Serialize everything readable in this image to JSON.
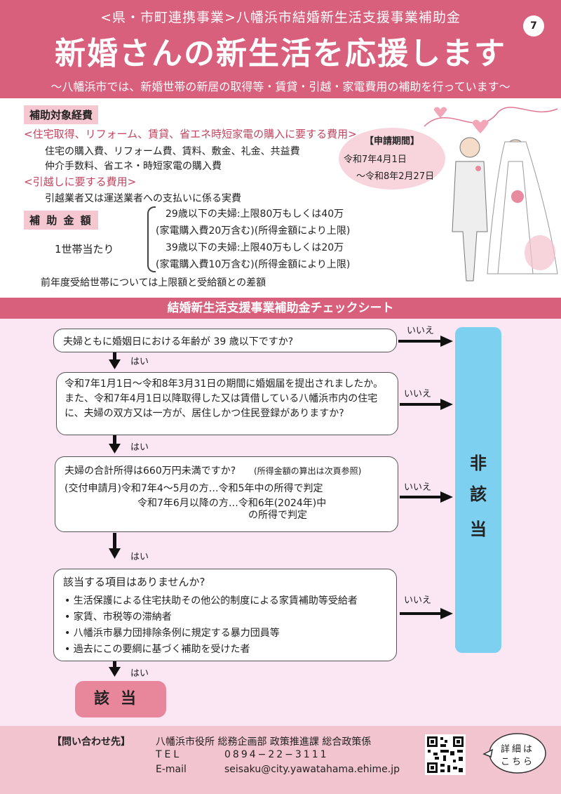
{
  "header": {
    "supertitle": "<県・市町連携事業>八幡浜市結婚新生活支援事業補助金",
    "title": "新婚さんの新生活を応援します",
    "subtitle": "〜八幡浜市では、新婚世帯の新居の取得等・賃貸・引越・家電費用の補助を行っています〜",
    "page_number": "7"
  },
  "expenses": {
    "label": "補助対象経費",
    "housing_heading": "<住宅取得、リフォーム、賃貸、省エネ時短家電の購入に要する費用>",
    "housing_line1": "住宅の購入費、リフォーム費、賃料、敷金、礼金、共益費",
    "housing_line2": "仲介手数料、省エネ・時短家電の購入費",
    "moving_heading": "<引越しに要する費用>",
    "moving_line1": "引越業者又は運送業者への支払いに係る実費"
  },
  "amount": {
    "label": "補 助 金 額",
    "per_household": "1世帯当たり",
    "line1": "29歳以下の夫婦:上限80万もしくは40万",
    "line2": "(家電購入費20万含む)(所得金額により上限)",
    "line3": "39歳以下の夫婦:上限40万もしくは20万",
    "line4": "(家電購入費10万含む)(所得金額により上限)",
    "note": "前年度受給世帯については上限額と受給額との差額"
  },
  "period": {
    "label": "【申請期間】",
    "start": "令和7年4月1日",
    "end": "〜令和8年2月27日"
  },
  "checksheet": {
    "title": "結婚新生活支援事業補助金チェックシート",
    "q1": "夫婦ともに婚姻日における年齢が 39 歳以下ですか?",
    "q2": "令和7年1月1日〜令和8年3月31日の期間に婚姻届を提出されましたか。また、令和7年4月1日以降取得した又は賃借している八幡浜市内の住宅に、夫婦の双方又は一方が、居住しかつ住民登録がありますか?",
    "q3_main": "夫婦の合計所得は660万円未満ですか?",
    "q3_note": "(所得金額の算出は次頁参照)",
    "q3_line2": "(交付申請月)令和7年4〜5月の方…令和5年中の所得で判定",
    "q3_line3": "令和7年6月以降の方…令和6年(2024年)中",
    "q3_line4": "の所得で判定",
    "q4_main": "該当する項目はありませんか?",
    "q4_items": [
      "生活保護による住宅扶助その他公的制度による家賃補助等受給者",
      "家賃、市税等の滞納者",
      "八幡浜市暴力団排除条例に規定する暴力団員等",
      "過去にこの要綱に基づく補助を受けた者"
    ],
    "yes": "はい",
    "no": "いいえ",
    "not_applicable": [
      "非",
      "該",
      "当"
    ],
    "applicable": "該当"
  },
  "footer": {
    "contact_label": "【問い合わせ先】",
    "office": "八幡浜市役所 総務企画部 政策推進課 総合政策係",
    "tel_label": "TEL",
    "tel": "0894−22−3111",
    "email_label": "E-mail",
    "email": "seisaku@city.yawatahama.ehime.jp",
    "details_line1": "詳細は",
    "details_line2": "こちら"
  },
  "colors": {
    "header": "#d9607c",
    "checksheet_bg": "#fbe7f3",
    "not_applicable": "#7dd0ef",
    "applicable": "#e8869c",
    "footer": "#f2c4cf"
  }
}
